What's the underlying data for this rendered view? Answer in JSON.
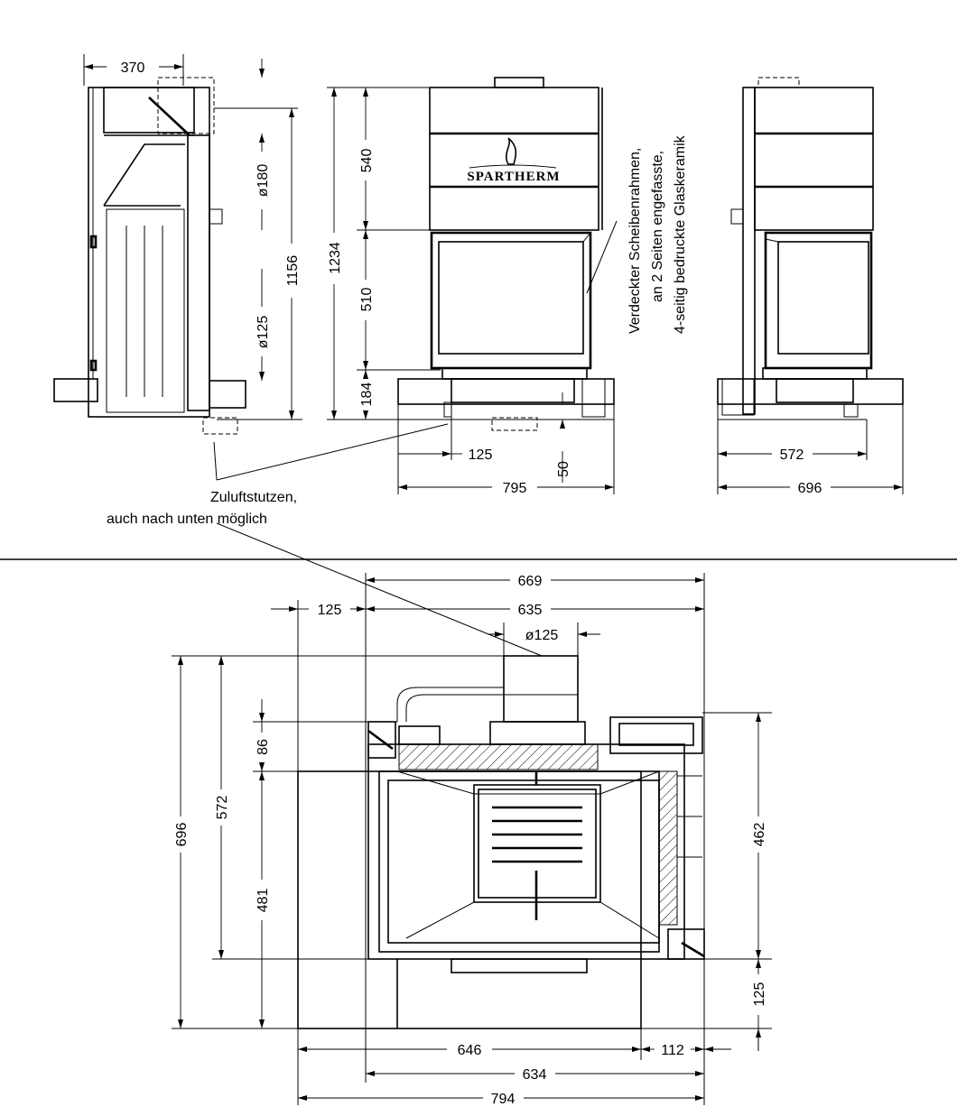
{
  "brand": "SPARTHERM",
  "side_view": {
    "width_top": "370",
    "flue_diameter": "ø180",
    "height_flue": "1156",
    "air_diameter": "ø125"
  },
  "front_view": {
    "total_height": "1234",
    "upper": "540",
    "door": "510",
    "base": "184",
    "air_offset": "125",
    "air_height": "50",
    "width": "795"
  },
  "right_view": {
    "inner_width": "572",
    "width": "696"
  },
  "notes": {
    "glass": [
      "Verdeckter Scheibenrahmen,",
      "an 2 Seiten engefasste,",
      "4-seitig bedruckte Glaskeramik"
    ],
    "air_inlet": [
      "Zuluftstutzen,",
      "auch nach unten möglich"
    ]
  },
  "plan_view": {
    "top_width": "669",
    "left_offset": "125",
    "body_width": "635",
    "flue_diameter": "ø125",
    "depth_total": "696",
    "depth_body": "572",
    "flue_offset": "86",
    "depth_front": "481",
    "right_depth": "462",
    "right_base": "125",
    "base_width": "646",
    "base_right": "112",
    "bottom_body": "634",
    "overall": "794"
  }
}
